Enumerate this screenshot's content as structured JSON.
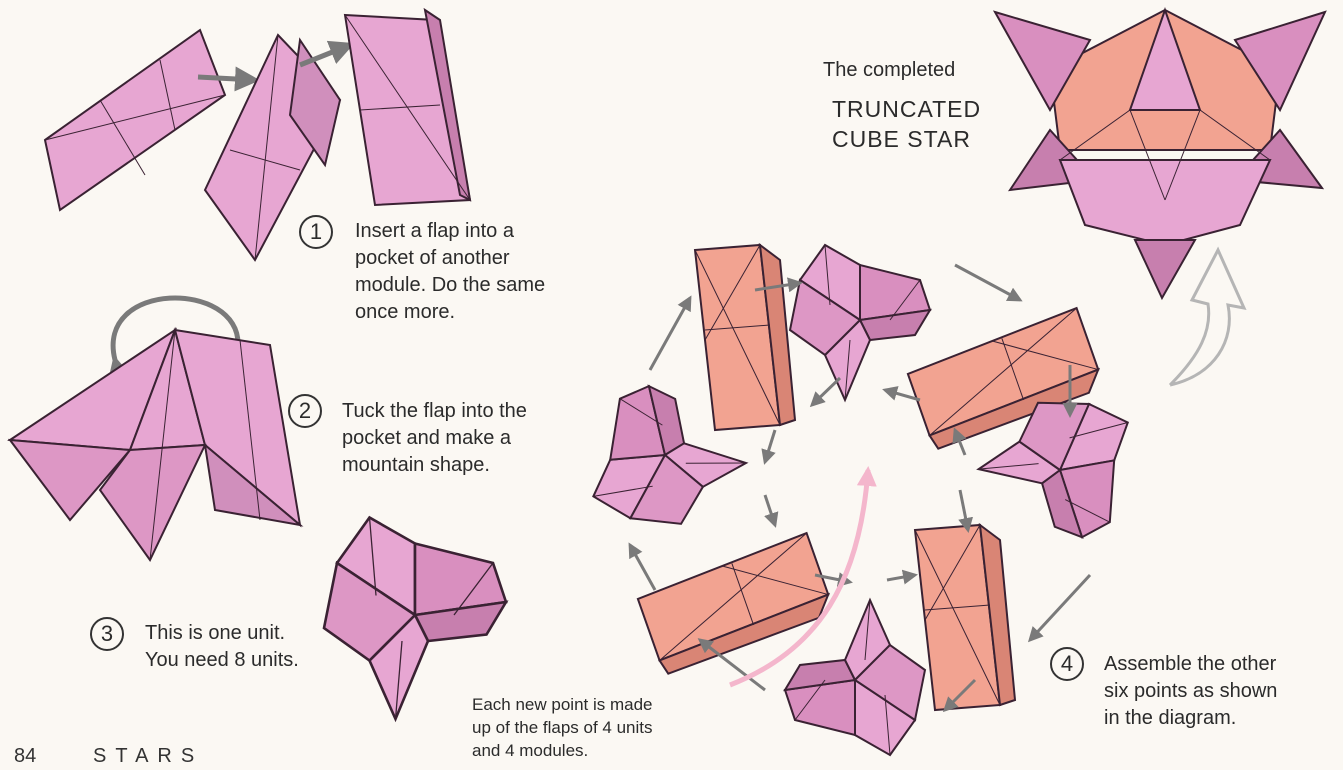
{
  "steps": [
    {
      "number": "1",
      "lines": [
        "Insert a flap into a",
        "pocket of another",
        "module. Do the same",
        "once more."
      ]
    },
    {
      "number": "2",
      "lines": [
        "Tuck the flap into the",
        "pocket and make a",
        "mountain shape."
      ]
    },
    {
      "number": "3",
      "lines": [
        "This is one unit.",
        "You need 8  units."
      ]
    },
    {
      "number": "4",
      "lines": [
        "Assemble the other",
        "six points as shown",
        "in the diagram."
      ]
    }
  ],
  "completed": {
    "caption": "The completed",
    "title_lines": [
      "TRUNCATED",
      "CUBE STAR"
    ]
  },
  "note_lines": [
    "Each new point is made",
    "up of the flaps of 4 units",
    "and 4 modules."
  ],
  "footer": {
    "page_number": "84",
    "section": "STARS"
  },
  "colors": {
    "unit_pink": "#e7a6d2",
    "module_salmon": "#f2a391",
    "shadow": "#b87aa4",
    "arrow": "#7a7a7a",
    "curve_arrow": "#f4b6cc"
  }
}
